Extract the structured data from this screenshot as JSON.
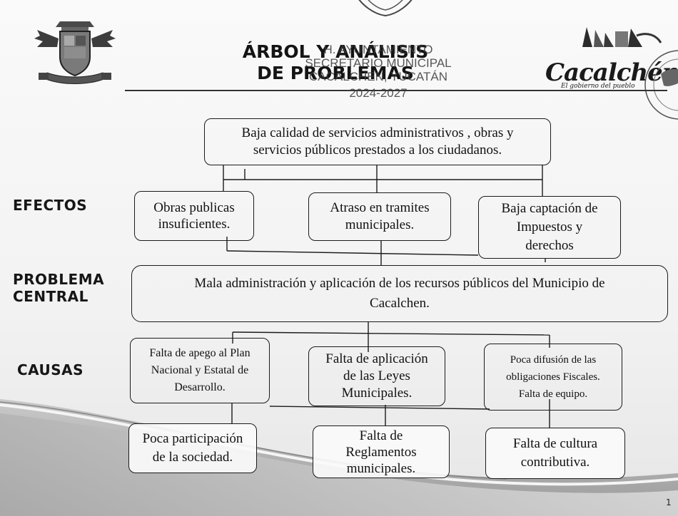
{
  "header": {
    "title": "ÁRBOL Y ANÁLISIS DE PROBLEMAS",
    "title_line1": "ÁRBOL Y ANÁLISIS",
    "title_line2": "DE PROBLEMAS",
    "stamp_line1": "H. AYUNTAMIENTO",
    "stamp_line2": "SECRETARIO MUNICIPAL",
    "stamp_line3": "CACALCHEN, YUCATÁN",
    "stamp_line4": "2024-2027",
    "brand_name": "Cacalchén",
    "brand_tagline": "El gobierno del pueblo"
  },
  "side_labels": {
    "efectos": "EFECTOS",
    "problema_line1": "PROBLEMA",
    "problema_line2": "CENTRAL",
    "causas": "CAUSAS"
  },
  "diagram": {
    "top_effect": {
      "line1": "Baja calidad de servicios administrativos , obras y",
      "line2": "servicios públicos prestados a los ciudadanos."
    },
    "effects": [
      {
        "line1": "Obras publicas",
        "line2": "insuficientes.",
        "line3": ""
      },
      {
        "line1": "Atraso en tramites",
        "line2": "municipales.",
        "line3": ""
      },
      {
        "line1": "Baja captación de",
        "line2": "Impuestos y",
        "line3": "derechos"
      }
    ],
    "central_problem": {
      "line1": "Mala administración  y aplicación  de los recursos públicos del Municipio de",
      "line2": "Cacalchen."
    },
    "causes": [
      {
        "line1": "Falta de apego al Plan",
        "line2": "Nacional y Estatal de",
        "line3": "Desarrollo."
      },
      {
        "line1": "Falta de aplicación",
        "line2": "de las Leyes",
        "line3": "Municipales."
      },
      {
        "line1": "Poca difusión de las",
        "line2": "obligaciones Fiscales.",
        "line3": "Falta de equipo."
      }
    ],
    "root_causes": [
      {
        "line1": "Poca participación",
        "line2": "de la sociedad.",
        "line3": ""
      },
      {
        "line1": "Falta de",
        "line2": "Reglamentos",
        "line3": "municipales."
      },
      {
        "line1": "Falta de cultura",
        "line2": "contributiva.",
        "line3": ""
      }
    ]
  },
  "footer": {
    "page_number": "1"
  }
}
